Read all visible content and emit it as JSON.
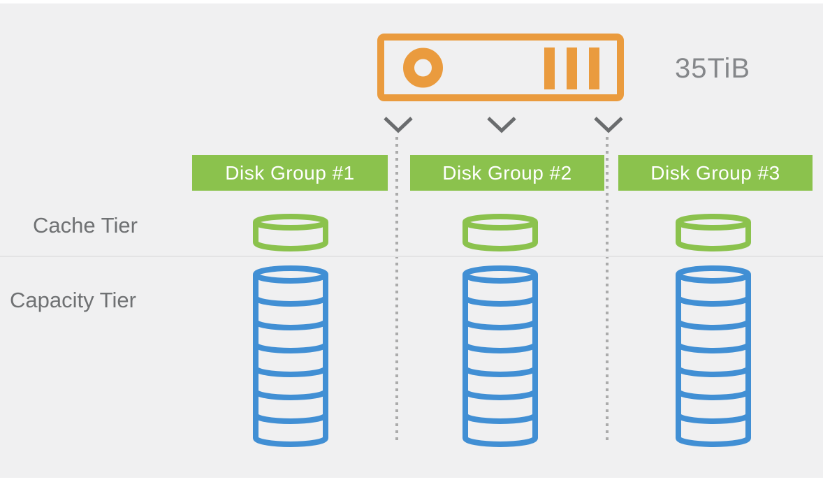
{
  "diagram": {
    "total_capacity_label": "35TiB",
    "disk_groups": [
      {
        "label": "Disk Group #1"
      },
      {
        "label": "Disk Group #2"
      },
      {
        "label": "Disk Group #3"
      }
    ],
    "tiers": [
      {
        "label": "Cache Tier"
      },
      {
        "label": "Capacity Tier"
      }
    ],
    "icons": {
      "server": "server-icon",
      "flow_arrow": "chevron-down-icon",
      "cache_disk": "disk-cylinder-icon",
      "capacity_disk_stack": "disk-stack-icon"
    },
    "colors": {
      "orange": "#EA9B3E",
      "green": "#8BC24D",
      "blue": "#418FD4",
      "gray_text": "#6F7173",
      "capacity_text_gray": "#85878A",
      "arrow_gray": "#6A6C6E",
      "dotted_line_gray": "#ABABAB",
      "background": "#F0F0F1"
    }
  }
}
